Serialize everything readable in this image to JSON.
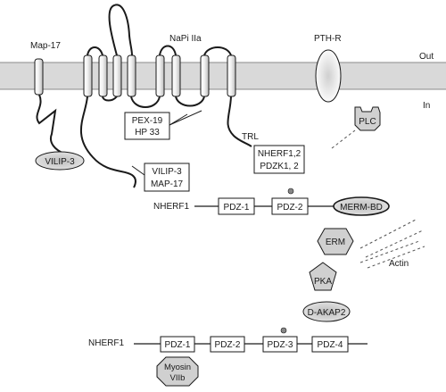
{
  "membrane": {
    "out_label": "Out",
    "in_label": "In"
  },
  "transporters": {
    "map17": "Map-17",
    "napi": "NaPi IIa",
    "pthr": "PTH-R"
  },
  "labels": {
    "plc": "PLC",
    "vilip3": "VILIP-3",
    "pex19_l1": "PEX-19",
    "pex19_l2": "HP 33",
    "vilip_map_l1": "VILIP-3",
    "vilip_map_l2": "MAP-17",
    "trl": "TRL",
    "nherf_pdzk_l1": "NHERF1,2",
    "nherf_pdzk_l2": "PDZK1, 2",
    "erm": "ERM",
    "actin": "Actin",
    "pka": "PKA",
    "dakap2": "D-AKAP2",
    "myosin_l1": "Myosin",
    "myosin_l2": "VIIb"
  },
  "nherf_top": {
    "name": "NHERF1",
    "domains": [
      "PDZ-1",
      "PDZ-2"
    ],
    "merm": "MERM-BD"
  },
  "nherf_bottom": {
    "name": "NHERF1",
    "domains": [
      "PDZ-1",
      "PDZ-2",
      "PDZ-3",
      "PDZ-4"
    ]
  },
  "colors": {
    "membrane": "#d9d9d9",
    "oval_fill": "#d0d0d0",
    "phospho_dot": "#888888"
  }
}
